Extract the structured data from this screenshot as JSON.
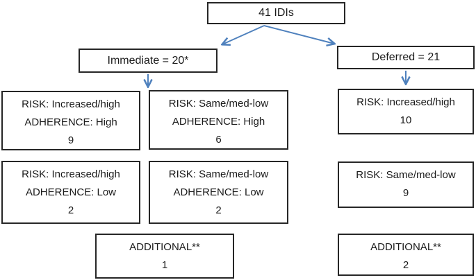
{
  "diagram": {
    "title_hint": "IDI allocation flowchart",
    "arrow_color": "#4f81bd",
    "border_color": "#262626",
    "root": {
      "label": "41 IDIs"
    },
    "immediate": {
      "label": "Immediate = 20*"
    },
    "deferred": {
      "label": "Deferred = 21"
    },
    "imm_risk_high_adh_high": {
      "line1": "RISK: Increased/high",
      "line2": "ADHERENCE: High",
      "count": "9"
    },
    "imm_risk_low_adh_high": {
      "line1": "RISK: Same/med-low",
      "line2": "ADHERENCE: High",
      "count": "6"
    },
    "imm_risk_high_adh_low": {
      "line1": "RISK: Increased/high",
      "line2": "ADHERENCE: Low",
      "count": "2"
    },
    "imm_risk_low_adh_low": {
      "line1": "RISK: Same/med-low",
      "line2": "ADHERENCE: Low",
      "count": "2"
    },
    "def_risk_high": {
      "line1": "RISK: Increased/high",
      "count": "10"
    },
    "def_risk_low": {
      "line1": "RISK: Same/med-low",
      "count": "9"
    },
    "additional_immediate": {
      "line1": "ADDITIONAL**",
      "count": "1"
    },
    "additional_deferred": {
      "line1": "ADDITIONAL**",
      "count": "2"
    }
  }
}
